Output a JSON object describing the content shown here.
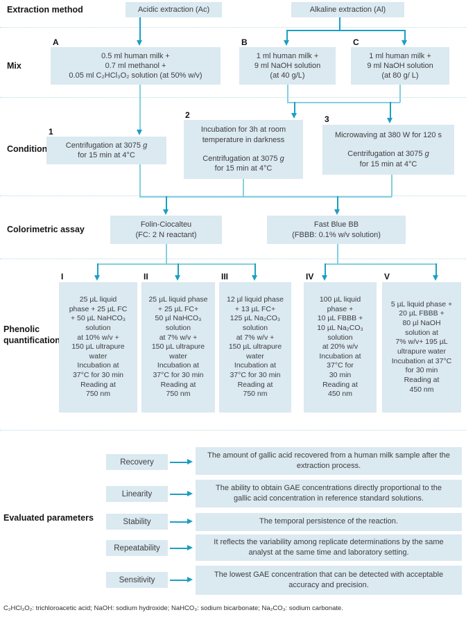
{
  "header": {
    "label": "Extraction method",
    "acidic_box": "Acidic extraction (Ac)",
    "alkaline_box": "Alkaline extraction (Al)"
  },
  "mix": {
    "label": "Mix",
    "boxes": [
      {
        "tag": "A",
        "lines": [
          "0.5 ml human milk +",
          "0.7 ml methanol +",
          "0.05 ml C₂HCl₃O₂ solution (at 50% w/v)"
        ]
      },
      {
        "tag": "B",
        "lines": [
          "1 ml human milk +",
          "9 ml NaOH solution",
          "(at 40 g/L)"
        ]
      },
      {
        "tag": "C",
        "lines": [
          "1 ml human milk +",
          "9 ml NaOH solution",
          "(at 80 g/ L)"
        ]
      }
    ]
  },
  "conditions": {
    "label": "Conditions",
    "centrifugation_prefix": "Centrifugation at 3075 ",
    "g_symbol": "g",
    "duration": "for 15 min at 4°C",
    "box2_lines": [
      "Incubation for 3h at room",
      "temperature in darkness"
    ],
    "box3_line": "Microwaving at 380 W for 120 s",
    "tags": {
      "box1": "1",
      "box2": "2",
      "box3": "3"
    }
  },
  "assay": {
    "label": "Colorimetric assay",
    "folin_lines": [
      "Folin-Ciocalteu",
      "(FC: 2 N reactant)"
    ],
    "fastblue_lines": [
      "Fast Blue BB",
      "(FBBB: 0.1% w/v solution)"
    ]
  },
  "phenolic": {
    "label_line1": "Phenolic",
    "label_line2": "quantification",
    "boxes": [
      {
        "tag": "I",
        "lines": [
          "25 µL liquid",
          "phase + 25 µL FC",
          "+ 50 µL NaHCO₃",
          "solution",
          "at 10% w/v +",
          "150 µL ultrapure",
          "water",
          "Incubation at",
          "37°C for 30 min",
          "Reading at",
          "750 nm"
        ]
      },
      {
        "tag": "II",
        "lines": [
          "25 µL liquid phase",
          "+ 25 µL FC+",
          "50 µl NaHCO₃",
          "solution",
          "at 7% w/v +",
          "150 µL ultrapure",
          "water",
          "Incubation at",
          "37°C for 30 min",
          "Reading at",
          "750 nm"
        ]
      },
      {
        "tag": "III",
        "lines": [
          "12 µl liquid phase",
          "+ 13 µL FC+",
          "125 µL Na₂CO₃",
          "solution",
          "at 7% w/v +",
          "150 µL ultrapure",
          "water",
          "Incubation at",
          "37°C for 30 min",
          "Reading at",
          "750 nm"
        ]
      },
      {
        "tag": "IV",
        "lines": [
          "100 µL liquid",
          "phase +",
          "10 µL FBBB +",
          "10 µL Na₂CO₃",
          "solution",
          "at 20% w/v",
          "Incubation at",
          "37°C for",
          "30 min",
          "Reading at",
          "450 nm"
        ]
      },
      {
        "tag": "V",
        "lines": [
          "5 µL liquid phase +",
          "20 µL FBBB +",
          "80 µl NaOH",
          "solution at",
          "7% w/v+ 195 µL",
          "ultrapure water",
          "Incubation at 37°C",
          "for 30 min",
          "Reading at",
          "450 nm"
        ]
      }
    ]
  },
  "evaluated": {
    "label": "Evaluated parameters",
    "rows": [
      {
        "term": "Recovery",
        "desc": "The amount of gallic acid recovered from a human milk sample after the extraction process."
      },
      {
        "term": "Linearity",
        "desc": "The ability to obtain GAE concentrations directly proportional to the gallic acid concentration in reference standard solutions."
      },
      {
        "term": "Stability",
        "desc": "The temporal persistence of the reaction."
      },
      {
        "term": "Repeatability",
        "desc": "It reflects the variability among replicate determinations by the same analyst at the same time and laboratory setting."
      },
      {
        "term": "Sensitivity",
        "desc": "The lowest GAE concentration that can be detected with acceptable accuracy and precision."
      }
    ]
  },
  "footnote": "C₂HCl₃O₂: trichloroacetic acid; NaOH: sodium hydroxide; NaHCO₃: sodium bicarbonate; Na₂CO₃: sodium carbonate.",
  "colors": {
    "box_fill": "#dbe9f1",
    "arrow_teal": "#1b9ec3",
    "light_line": "#82cfdf",
    "dotted_separator": "#b7d8e4"
  }
}
